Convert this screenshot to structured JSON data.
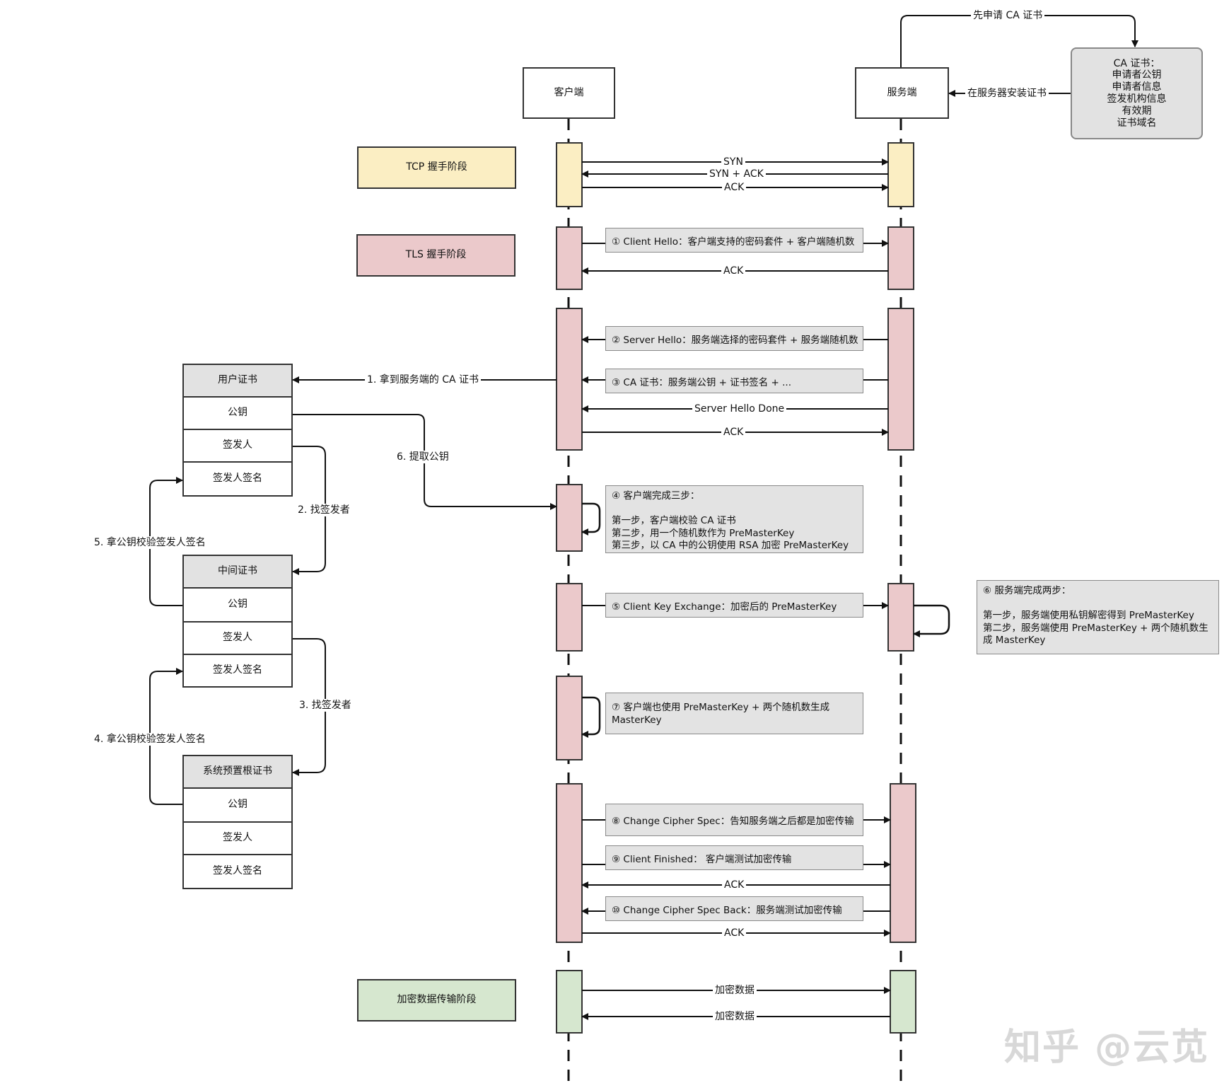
{
  "endpoints": {
    "client": "客户端",
    "server": "服务端"
  },
  "ca": {
    "apply_label": "先申请 CA 证书",
    "install_label": "在服务器安装证书",
    "cert_box": "CA 证书：\n申请者公钥\n申请者信息\n签发机构信息\n有效期\n证书域名"
  },
  "phases": {
    "tcp": "TCP 握手阶段",
    "tls": "TLS 握手阶段",
    "data": "加密数据传输阶段"
  },
  "colors": {
    "tcp": "#fbeec3",
    "tls": "#ebc9cb",
    "data": "#d6e7cf",
    "note": "#e3e3e3",
    "cert_head": "#e2e2e2"
  },
  "tcp_messages": {
    "syn": "SYN",
    "synack": "SYN + ACK",
    "ack": "ACK"
  },
  "tls_messages": {
    "m1": "① Client Hello：客户端支持的密码套件 + 客户端随机数",
    "ack1": "ACK",
    "m2": "② Server Hello：服务端选择的密码套件 + 服务端随机数",
    "m3": "③ CA 证书：服务端公钥 + 证书签名 + ...",
    "server_hello_done": "Server Hello Done",
    "ack2": "ACK",
    "m4": "④ 客户端完成三步：\n\n第一步，客户端校验 CA 证书\n第二步，用一个随机数作为 PreMasterKey\n第三步，以 CA 中的公钥使用 RSA 加密 PreMasterKey",
    "m5": "⑤ Client Key Exchange：加密后的 PreMasterKey",
    "m6": "⑥ 服务端完成两步：\n\n第一步，服务端使用私钥解密得到 PreMasterKey\n第二步，服务端使用 PreMasterKey + 两个随机数生\n成 MasterKey",
    "m7": "⑦ 客户端也使用 PreMasterKey + 两个随机数生成\nMasterKey",
    "m8": "⑧ Change Cipher Spec：告知服务端之后都是加密传输",
    "m9": "⑨ Client Finished： 客户端测试加密传输",
    "ack3": "ACK",
    "m10": "⑩ Change Cipher Spec Back：服务端测试加密传输",
    "ack4": "ACK"
  },
  "data_messages": {
    "d1": "加密数据",
    "d2": "加密数据"
  },
  "cert_chain": {
    "user": {
      "title": "用户证书",
      "pubkey": "公钥",
      "issuer": "签发人",
      "signature": "签发人签名"
    },
    "intermediate": {
      "title": "中间证书",
      "pubkey": "公钥",
      "issuer": "签发人",
      "signature": "签发人签名"
    },
    "root": {
      "title": "系统预置根证书",
      "pubkey": "公钥",
      "issuer": "签发人",
      "signature": "签发人签名"
    },
    "steps": {
      "s1": "1.  拿到服务端的 CA 证书",
      "s2": "2.  找签发者",
      "s3": "3.  找签发者",
      "s4": "4.  拿公钥校验签发人签名",
      "s5": "5.  拿公钥校验签发人签名",
      "s6": "6.  提取公钥"
    }
  },
  "watermark": "知乎 @云苋"
}
